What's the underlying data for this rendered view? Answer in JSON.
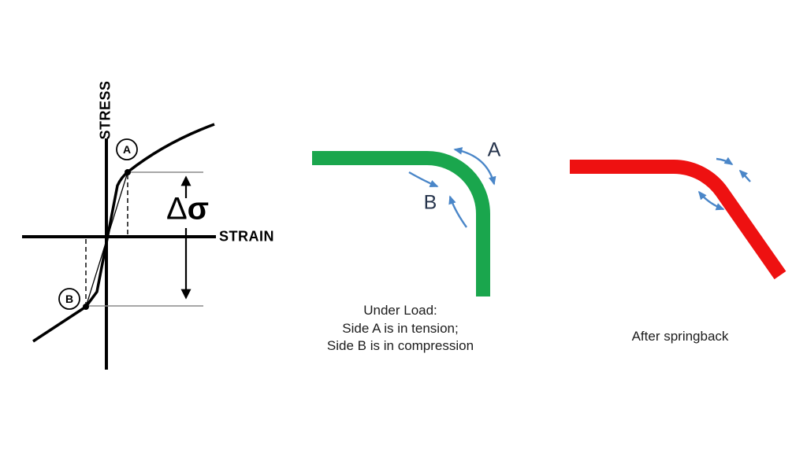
{
  "stress_strain_chart": {
    "y_axis_label": "STRESS",
    "x_axis_label": "STRAIN",
    "point_a": "A",
    "point_b": "B",
    "delta_sigma": {
      "delta": "Δ",
      "sigma": "σ"
    }
  },
  "under_load_figure": {
    "side_a_label": "A",
    "side_b_label": "B",
    "caption": [
      "Under Load:",
      "Side A is in tension;",
      "Side B is in compression"
    ]
  },
  "springback_figure": {
    "caption": "After springback"
  },
  "colors": {
    "under_load_bar": "#1aa64d",
    "springback_bar": "#ee1111",
    "arrow_blue": "#4a86c8",
    "side_label_navy": "#26344c",
    "axis_black": "#000000",
    "reference_line_gray": "#8a8a8a"
  }
}
